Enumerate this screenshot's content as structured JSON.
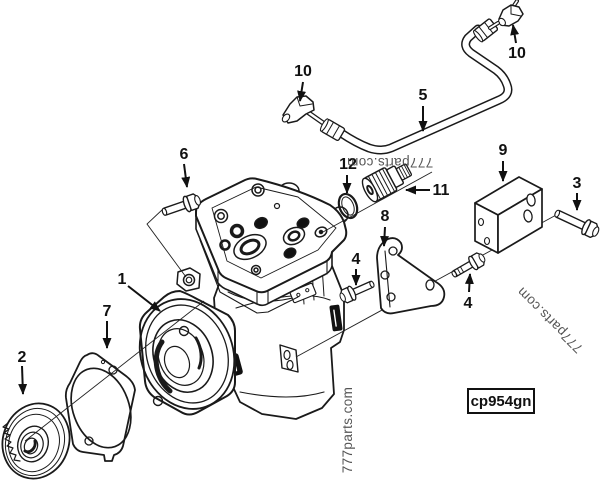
{
  "diagram": {
    "part_code": "cp954gn",
    "watermark_text": "777parts.com",
    "callouts": {
      "body": "1",
      "hub": "2",
      "bolt3": "3",
      "bolt4_left": "4",
      "bolt4_right": "4",
      "tube": "5",
      "bolt6": "6",
      "gasket": "7",
      "bracket": "8",
      "cover_block": "9",
      "elbow_left": "10",
      "elbow_right": "10",
      "plug": "11",
      "oring": "12"
    }
  }
}
